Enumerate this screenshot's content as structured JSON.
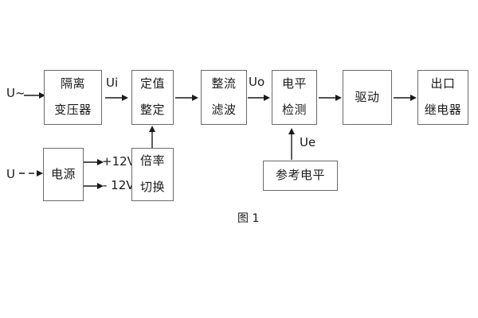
{
  "figure": {
    "caption": "图 1",
    "stroke_color": "#6b6b6b",
    "text_color": "#1a1a1a",
    "background": "#ffffff"
  },
  "blocks": {
    "isolation_transformer": {
      "line1": "隔离",
      "line2": "变压器"
    },
    "setting_value": {
      "line1": "定值",
      "line2": "整定"
    },
    "rectify_filter": {
      "line1": "整流",
      "line2": "滤波"
    },
    "level_detect": {
      "line1": "电平",
      "line2": "检测"
    },
    "drive": {
      "line1": "驱动"
    },
    "output_relay": {
      "line1": "出口",
      "line2": "继电器"
    },
    "power_supply": {
      "line1": "电源"
    },
    "multiplier_switch": {
      "line1": "倍率",
      "line2": "切换"
    },
    "reference_level": {
      "line1": "参考电平"
    }
  },
  "labels": {
    "input_ac": "U~",
    "input_dc": "U",
    "ui": "Ui",
    "uo": "Uo",
    "ue": "Ue",
    "pos_12v": "+12V",
    "neg_12v": "- 12V"
  }
}
